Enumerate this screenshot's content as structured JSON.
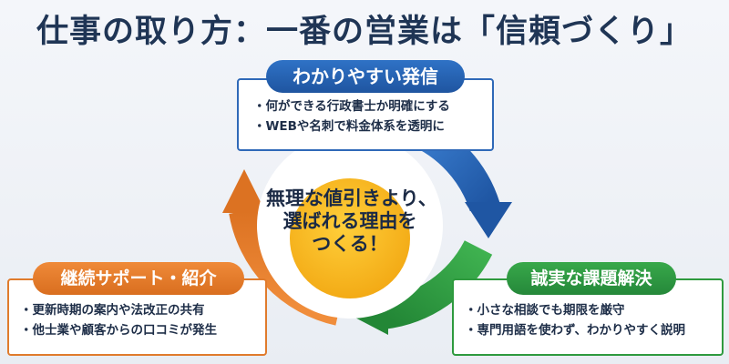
{
  "title": "仕事の取り方：一番の営業は「信頼づくり」",
  "center": {
    "lines": [
      "無理な値引きより、",
      "選ばれる理由を",
      "つくる！"
    ]
  },
  "stages": {
    "top": {
      "heading": "わかりやすい発信",
      "bullets": [
        "・何ができる行政書士か明確にする",
        "・WEBや名刺で料金体系を透明に"
      ]
    },
    "right": {
      "heading": "誠実な課題解決",
      "bullets": [
        "・小さな相談でも期限を厳守",
        "・専門用語を使わず、わかりやすく説明"
      ]
    },
    "left": {
      "heading": "継続サポート・紹介",
      "bullets": [
        "・更新時期の案内や法改正の共有",
        "・他士業や顧客からの口コミが発生"
      ]
    }
  },
  "colors": {
    "blue": "#2f69b8",
    "green": "#2e9a3e",
    "orange": "#e07b2c",
    "center": "#f6b81e",
    "title": "#1f3555"
  }
}
